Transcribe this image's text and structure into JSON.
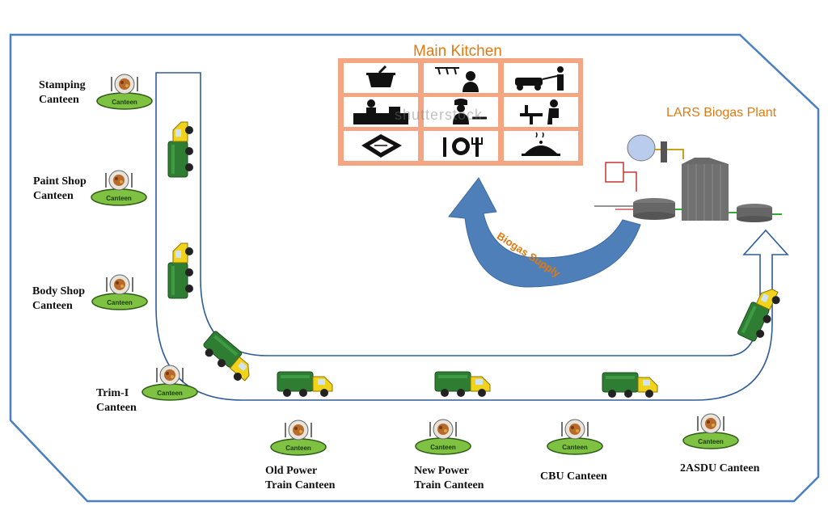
{
  "main_kitchen": {
    "title": "Main Kitchen",
    "watermark": "shutterstock"
  },
  "lars_plant": {
    "title": "LARS Biogas Plant"
  },
  "supply_arrow": {
    "label": "Biogas Supply"
  },
  "canteen_badge_text": "Canteen",
  "canteens": [
    {
      "id": "stamping",
      "lines": [
        "Stamping",
        "Canteen"
      ]
    },
    {
      "id": "paint-shop",
      "lines": [
        "Paint Shop",
        "Canteen"
      ]
    },
    {
      "id": "body-shop",
      "lines": [
        "Body Shop",
        "Canteen"
      ]
    },
    {
      "id": "trim-i",
      "lines": [
        "Trim-I",
        "Canteen"
      ]
    },
    {
      "id": "old-power-train",
      "lines": [
        "Old Power",
        "Train Canteen"
      ]
    },
    {
      "id": "new-power-train",
      "lines": [
        "New Power",
        "Train Canteen"
      ]
    },
    {
      "id": "cbu",
      "lines": [
        "CBU Canteen"
      ]
    },
    {
      "id": "2asdu",
      "lines": [
        "2ASDU Canteen"
      ]
    }
  ],
  "colors": {
    "outline": "#4a7fc1",
    "canteen_ellipse": "#7fc241",
    "truck_body": "#2e7d32",
    "truck_cab": "#f2d31b",
    "accent_orange": "#e07a10",
    "supply_arrow": "#4f7fb8",
    "kitchen_bg": "#f4a582"
  },
  "icons": {
    "canteen": "plate-with-food-icon",
    "truck": "garbage-truck-icon",
    "kitchen": [
      "serving-bowl-icon",
      "waiter-icon",
      "lawnmower-icon",
      "cashier-counter-icon",
      "chef-icon",
      "diner-icon",
      "menu-card-icon",
      "table-setting-icon",
      "food-dish-icon"
    ]
  }
}
